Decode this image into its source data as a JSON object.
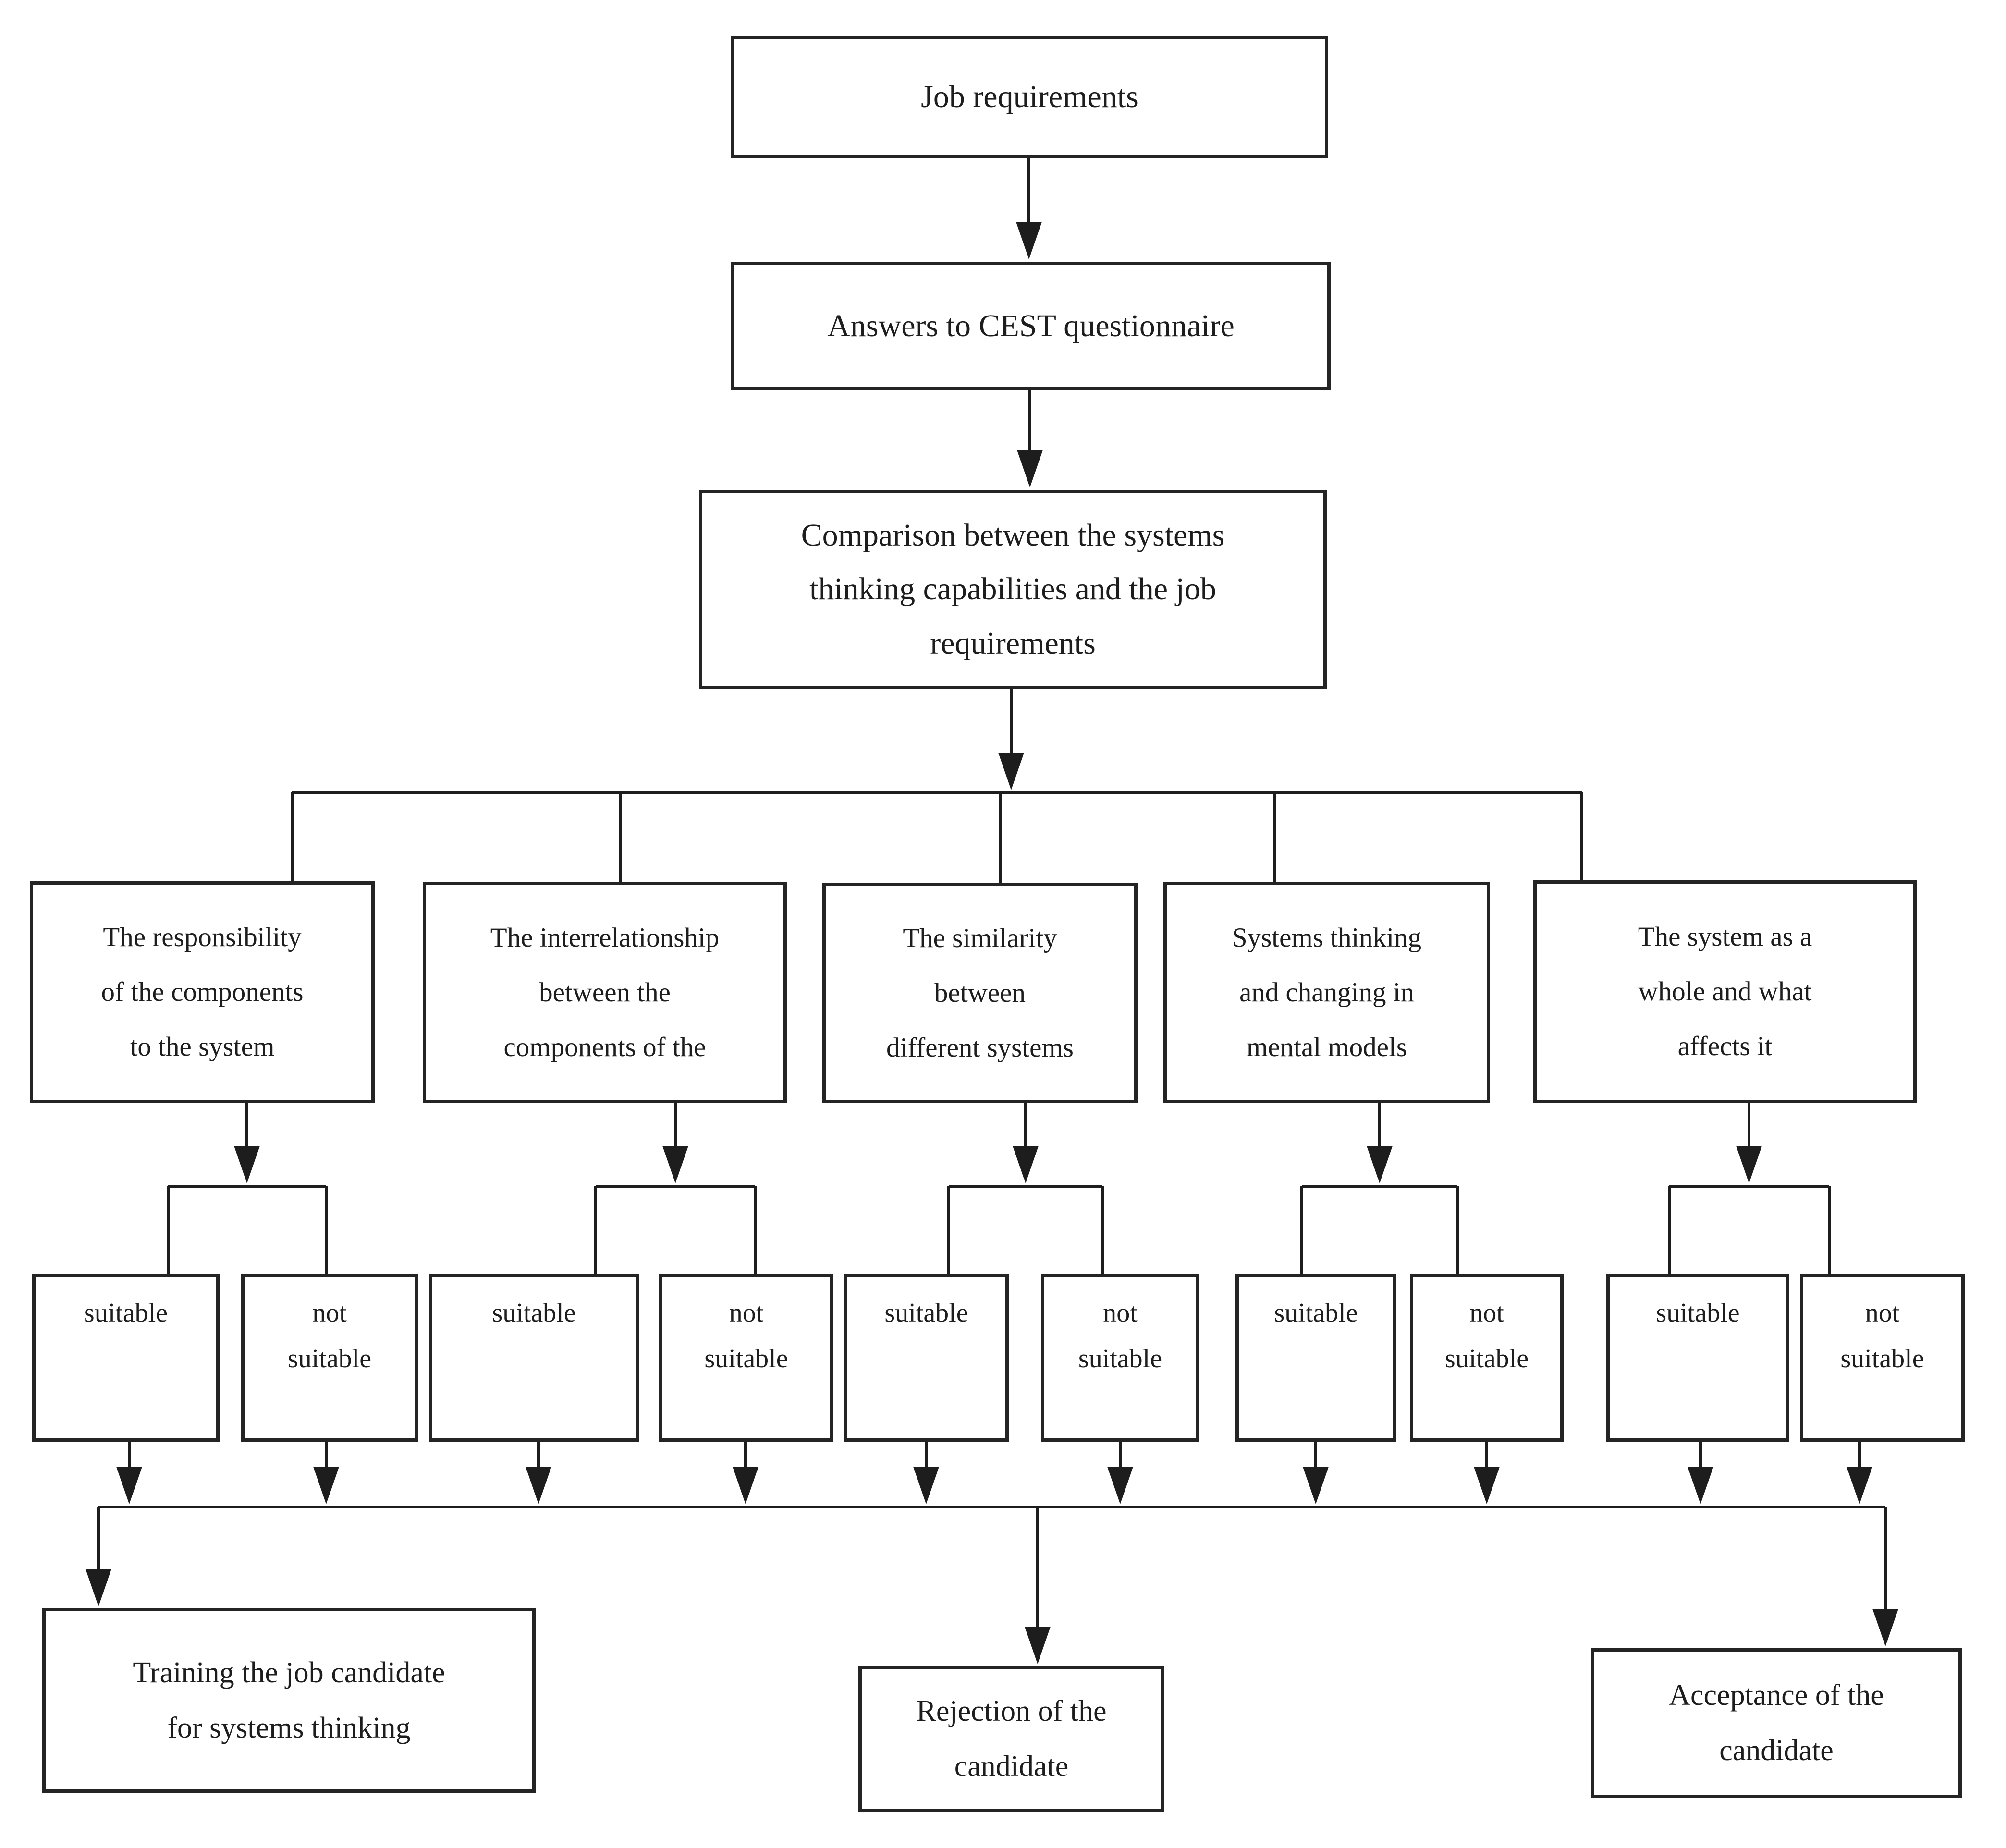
{
  "flowchart": {
    "nodes": {
      "job_requirements": {
        "label": "Job requirements"
      },
      "cest_answers": {
        "label": "Answers to CEST questionnaire"
      },
      "comparison": {
        "label": "Comparison between the systems\nthinking capabilities and the job\nrequirements"
      },
      "training": {
        "label": "Training the job candidate\nfor systems thinking"
      },
      "rejection": {
        "label": "Rejection of the\ncandidate"
      },
      "acceptance": {
        "label": "Acceptance of the\ncandidate"
      }
    },
    "capabilities": [
      {
        "label": "The responsibility\nof the components\nto the system"
      },
      {
        "label": "The interrelationship\nbetween the\ncomponents of the"
      },
      {
        "label": "The similarity\nbetween\ndifferent systems"
      },
      {
        "label": "Systems thinking\nand changing in\nmental models"
      },
      {
        "label": "The system as a\nwhole and what\naffects it"
      }
    ],
    "outcome_labels": {
      "suitable": "suitable",
      "not_suitable": "not\nsuitable"
    },
    "colors": {
      "ink": "#1d1d1d",
      "background": "#ffffff"
    }
  }
}
